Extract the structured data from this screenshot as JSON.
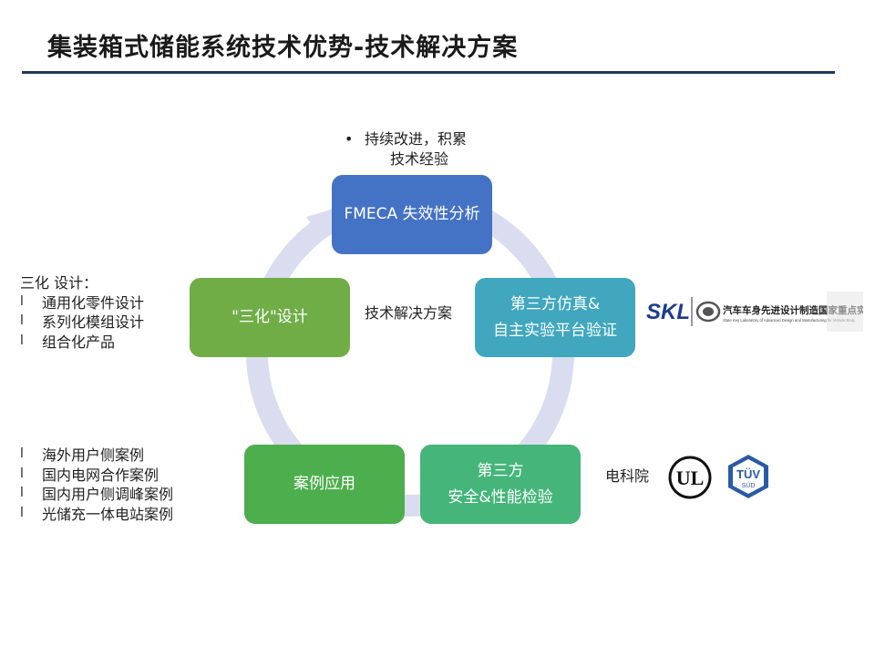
{
  "page": {
    "title": "集装箱式储能系统技术优势-技术解决方案"
  },
  "cycle": {
    "fmeca": "FMECA 失效性分析",
    "simulation": {
      "line1": "第三方仿真&",
      "line2": "自主实验平台验证"
    },
    "testing": {
      "line1": "第三方",
      "line2": "安全&性能检验"
    },
    "cases": "案例应用",
    "three": "\"三化\"设计",
    "center": "技术解决方案"
  },
  "notes": {
    "top": {
      "bullet": "•",
      "line1": "持续改进，积累",
      "line2": "技术经验"
    },
    "three_title": "三化 设计：",
    "three_items": [
      "通用化零件设计",
      "系列化模组设计",
      "组合化产品"
    ],
    "case_items": [
      "海外用户侧案例",
      "国内电网合作案例",
      "国内用户侧调峰案例",
      "光储充一体电站案例"
    ],
    "list_marker": "l",
    "epri": "电科院"
  },
  "logos": {
    "skl": {
      "mark": "SKL",
      "cn": "汽车车身先进设计制造国家重点实验室",
      "en": "State Key Laboratory of Advanced Design and Manufacturing for Vehicle Body"
    },
    "ul": "UL",
    "tuv": {
      "top": "TÜV",
      "bottom": "SÜD"
    }
  },
  "colors": {
    "fmeca": "#4472c4",
    "simulation": "#40a7be",
    "testing": "#45b57a",
    "cases": "#4cae4c",
    "three": "#70ad47",
    "ring": "#d9ddef",
    "rule": "#1f3a5a"
  }
}
